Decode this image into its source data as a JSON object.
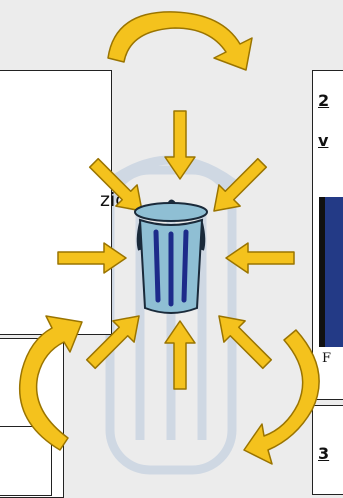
{
  "left_panel": {
    "text": "zic"
  },
  "right_panel": {
    "heading_number": "2",
    "heading_fragment": "v",
    "figure_caption_initial": "F"
  },
  "bottom_right_panel": {
    "heading_number": "3"
  },
  "colors": {
    "arrow_fill": "#f4c21d",
    "arrow_stroke": "#9a7400",
    "background": "#ececec",
    "trash_can": "#8fbfd4",
    "trash_stripes": "#1d2b8a"
  },
  "icons": [
    "trash-can-icon",
    "curved-arrow-icon",
    "straight-arrow-icon"
  ]
}
